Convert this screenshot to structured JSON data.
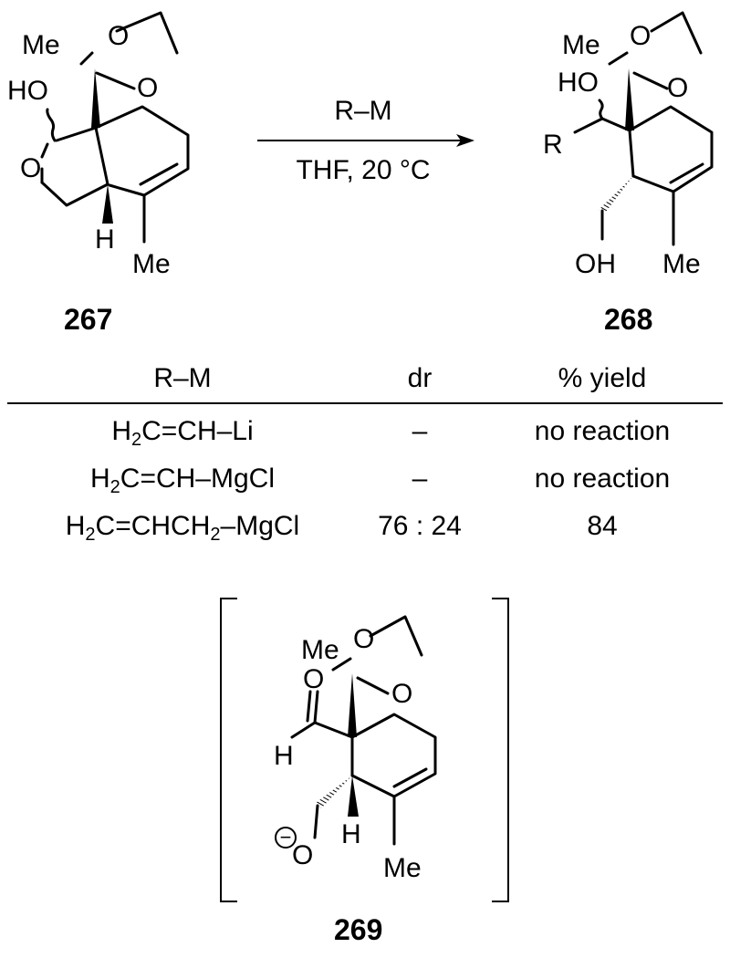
{
  "scheme": {
    "compound_267": {
      "label": "267",
      "atoms": {
        "me_top": "Me",
        "o1": "O",
        "o2": "O",
        "ho": "HO",
        "o_ring": "O",
        "h": "H",
        "me_bottom": "Me"
      }
    },
    "compound_268": {
      "label": "268",
      "atoms": {
        "me_top": "Me",
        "o1": "O",
        "o2": "O",
        "ho": "HO",
        "r": "R",
        "oh": "OH",
        "me_bottom": "Me"
      }
    },
    "compound_269": {
      "label": "269",
      "atoms": {
        "me_top": "Me",
        "o1": "O",
        "o2": "O",
        "o_carbonyl": "O",
        "h_ald": "H",
        "o_anion": "O",
        "charge": "−",
        "h": "H",
        "me_bottom": "Me"
      }
    },
    "arrow": {
      "reagent": "R–M",
      "conditions": "THF, 20 °C"
    }
  },
  "table": {
    "headers": [
      "R–M",
      "dr",
      "% yield"
    ],
    "rows": [
      {
        "rm": {
          "a": "H",
          "sub": "2",
          "b": "C=CH–Li"
        },
        "dr": "–",
        "yield": "no reaction"
      },
      {
        "rm": {
          "a": "H",
          "sub": "2",
          "b": "C=CH–MgCl"
        },
        "dr": "–",
        "yield": "no reaction"
      },
      {
        "rm": {
          "a": "H",
          "sub": "2",
          "b": "C=CHCH",
          "sub2": "2",
          "c": "–MgCl"
        },
        "dr": "76 : 24",
        "yield": "84"
      }
    ]
  }
}
